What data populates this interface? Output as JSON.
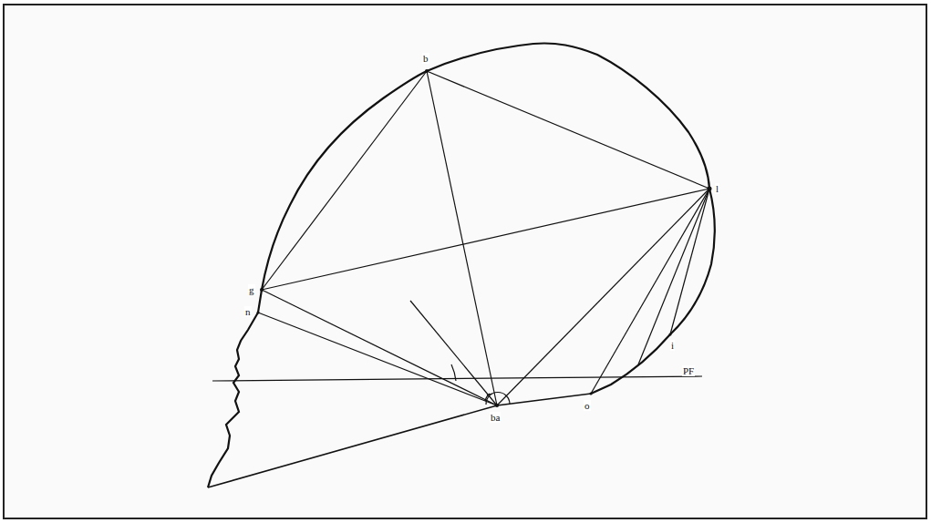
{
  "diagram": {
    "labels": [
      "b",
      "l",
      "g",
      "n",
      "i",
      "o",
      "ba",
      "PF"
    ]
  }
}
